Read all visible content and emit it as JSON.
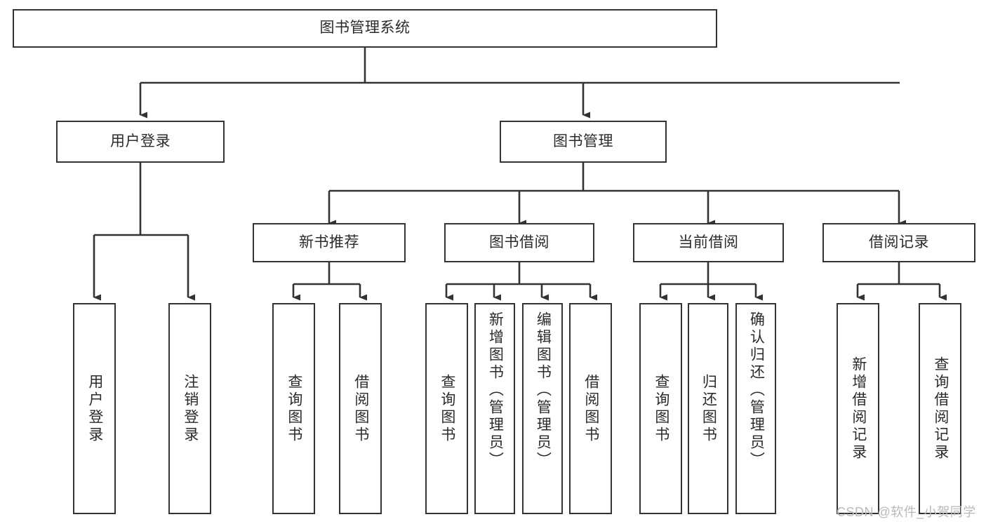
{
  "diagram": {
    "title": "图书管理系统",
    "type": "functional-structure-tree",
    "watermark": "CSDN @软件_小贺同学",
    "colors": {
      "stroke": "#333333",
      "box_fill": "#ffffff",
      "text": "#2b2b2b",
      "watermark": "#b9b9b9",
      "background": "#ffffff"
    },
    "levels": {
      "root": {
        "label": "图书管理系统"
      },
      "level2": [
        {
          "id": "user-login",
          "label": "用户登录"
        },
        {
          "id": "book-management",
          "label": "图书管理"
        }
      ],
      "level3": [
        {
          "id": "new-book-recommend",
          "label": "新书推荐",
          "parent": "book-management"
        },
        {
          "id": "book-borrow",
          "label": "图书借阅",
          "parent": "book-management"
        },
        {
          "id": "current-borrow",
          "label": "当前借阅",
          "parent": "book-management"
        },
        {
          "id": "borrow-records",
          "label": "借阅记录",
          "parent": "book-management"
        }
      ],
      "leaves": [
        {
          "id": "leaf-user-login",
          "label": "用户登录",
          "parent": "user-login"
        },
        {
          "id": "leaf-user-logout",
          "label": "注销登录",
          "parent": "user-login"
        },
        {
          "id": "leaf-query-book-1",
          "label": "查询图书",
          "parent": "new-book-recommend"
        },
        {
          "id": "leaf-borrow-book-1",
          "label": "借阅图书",
          "parent": "new-book-recommend"
        },
        {
          "id": "leaf-query-book-2",
          "label": "查询图书",
          "parent": "book-borrow"
        },
        {
          "id": "leaf-add-book",
          "label": "新增图书（管理员）",
          "parent": "book-borrow"
        },
        {
          "id": "leaf-edit-book",
          "label": "编辑图书（管理员）",
          "parent": "book-borrow"
        },
        {
          "id": "leaf-borrow-book-2",
          "label": "借阅图书",
          "parent": "book-borrow"
        },
        {
          "id": "leaf-query-book-3",
          "label": "查询图书",
          "parent": "current-borrow"
        },
        {
          "id": "leaf-return-book",
          "label": "归还图书",
          "parent": "current-borrow"
        },
        {
          "id": "leaf-confirm-return",
          "label": "确认归还（管理员）",
          "parent": "current-borrow"
        },
        {
          "id": "leaf-add-record",
          "label": "新增借阅记录",
          "parent": "borrow-records"
        },
        {
          "id": "leaf-query-record",
          "label": "查询借阅记录",
          "parent": "borrow-records"
        }
      ]
    }
  }
}
